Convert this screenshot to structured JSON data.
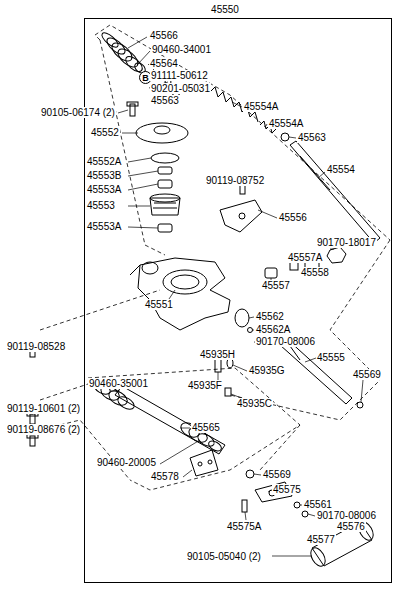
{
  "diagram": {
    "nodes": [
      {
        "text": [
          "45550"
        ]
      },
      {
        "text": [
          "B"
        ],
        "in": 0
      }
    ],
    "labels": [
      "45566",
      "90460-34001",
      "45564",
      "91111-50612",
      "90201-05031",
      "45563",
      "45554A",
      "90105-06174 (2)",
      "45554A",
      "45552",
      "45563",
      "45554",
      "45552A",
      "45553B",
      "90119-08752",
      "45553A",
      "45553",
      "45556",
      "45553A",
      "90170-18017",
      "45557A",
      "45558",
      "45557",
      "45551",
      "45562",
      "45562A",
      "90170-08006",
      "45935H",
      "45555",
      "90119-08528",
      "45935G",
      "45569",
      "45935F",
      "45935C",
      "90460-35001",
      "90119-10601 (2)",
      "45565",
      "90119-08676 (2)",
      "90460-20005",
      "45578",
      "45569",
      "45575",
      "45561",
      "90170-08006",
      "45576",
      "45575A",
      "45577",
      "90105-05040 (2)"
    ]
  }
}
